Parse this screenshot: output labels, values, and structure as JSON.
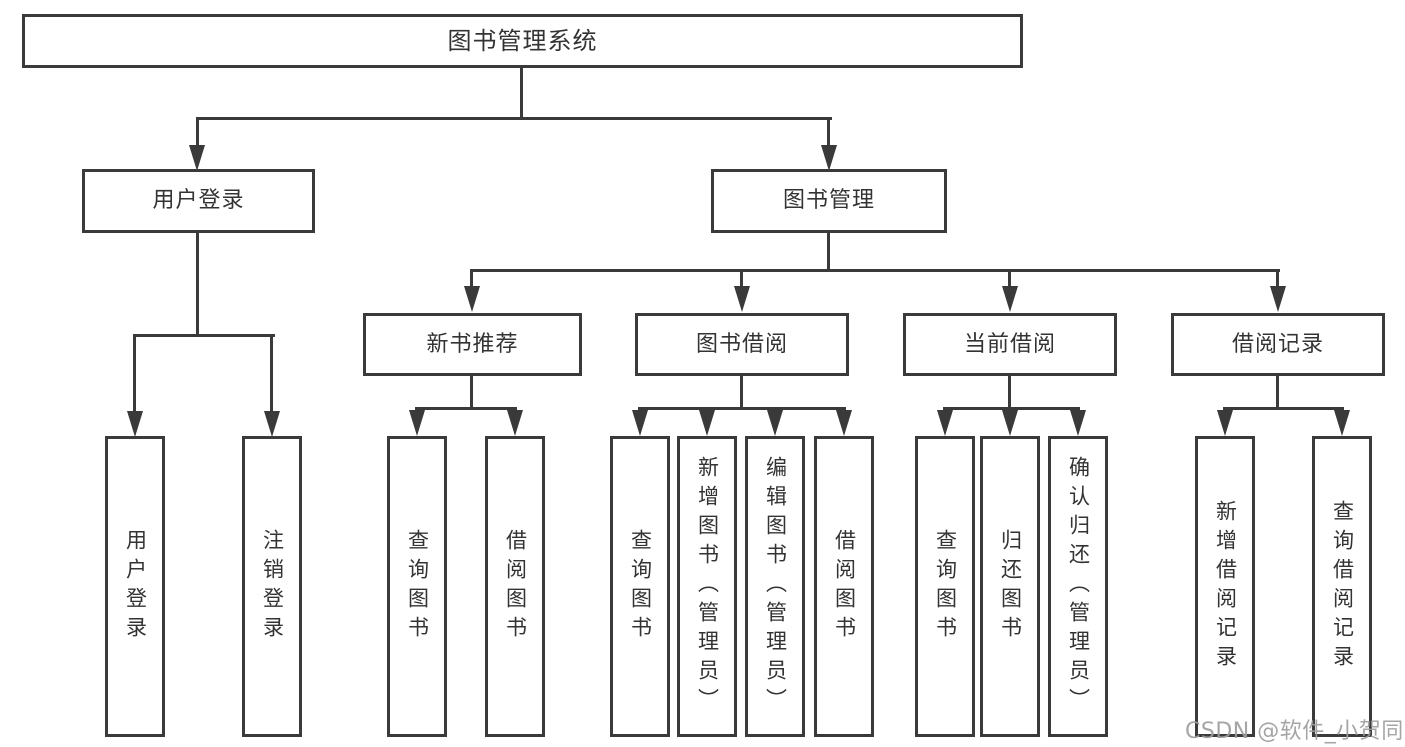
{
  "diagram": {
    "type": "hierarchy-tree",
    "tree": {
      "root": {
        "label": "图书管理系统"
      },
      "branches": [
        {
          "label": "用户登录",
          "children": [
            {
              "label": "用户登录"
            },
            {
              "label": "注销登录"
            }
          ]
        },
        {
          "label": "图书管理",
          "children": [
            {
              "label": "新书推荐",
              "children": [
                {
                  "label": "查询图书"
                },
                {
                  "label": "借阅图书"
                }
              ]
            },
            {
              "label": "图书借阅",
              "children": [
                {
                  "label": "查询图书"
                },
                {
                  "label": "新增图书（管理员）"
                },
                {
                  "label": "编辑图书（管理员）"
                },
                {
                  "label": "借阅图书"
                }
              ]
            },
            {
              "label": "当前借阅",
              "children": [
                {
                  "label": "查询图书"
                },
                {
                  "label": "归还图书"
                },
                {
                  "label": "确认归还（管理员）"
                }
              ]
            },
            {
              "label": "借阅记录",
              "children": [
                {
                  "label": "新增借阅记录"
                },
                {
                  "label": "查询借阅记录"
                }
              ]
            }
          ]
        }
      ]
    },
    "colors": {
      "line": "#3a3a3a",
      "box_background": "#ffffff",
      "text": "#333333",
      "watermark": "#9e9e9e"
    },
    "watermark": "CSDN @软件_小贺同学"
  }
}
